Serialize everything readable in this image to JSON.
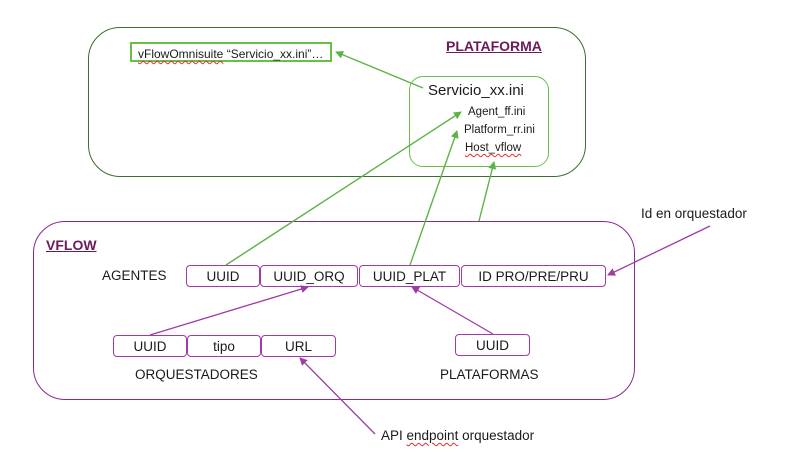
{
  "plataforma": {
    "title": "PLATAFORMA",
    "note_box": {
      "prefix": "vFlowOmnisuite",
      "rest": " “Servicio_xx.ini”…"
    },
    "service_box": {
      "title": "Servicio_xx.ini",
      "items": [
        "Agent_ff.ini",
        "Platform_rr.ini",
        "Host_vflow"
      ]
    }
  },
  "vflow": {
    "title": "VFLOW",
    "agentes": {
      "label": "AGENTES",
      "fields": [
        "UUID",
        "UUID_ORQ",
        "UUID_PLAT",
        "ID PRO/PRE/PRU"
      ]
    },
    "orquestadores": {
      "label": "ORQUESTADORES",
      "fields": [
        "UUID",
        "tipo",
        "URL"
      ]
    },
    "plataformas": {
      "label": "PLATAFORMAS",
      "fields": [
        "UUID"
      ]
    }
  },
  "annotations": {
    "id_orquestador": "Id en orquestador",
    "api_prefix": "API ",
    "api_word": "endpoint",
    "api_suffix": " orquestador"
  },
  "colors": {
    "green_frame": "#3c6e2e",
    "green_arrow": "#5db345",
    "purple": "#a03aa6",
    "title_purple": "#6b1a5a"
  }
}
